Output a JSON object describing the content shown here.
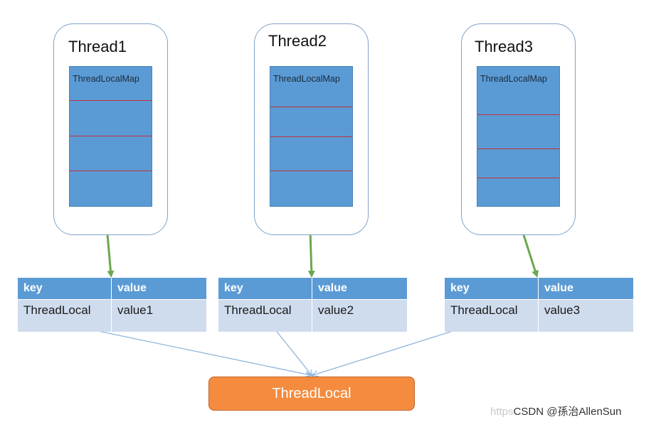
{
  "threads": [
    {
      "title": "Thread1",
      "map_label": "ThreadLocalMap"
    },
    {
      "title": "Thread2",
      "map_label": "ThreadLocalMap"
    },
    {
      "title": "Thread3",
      "map_label": "ThreadLocalMap"
    }
  ],
  "tables": [
    {
      "header_key": "key",
      "header_value": "value",
      "key": "ThreadLocal",
      "value": "value1"
    },
    {
      "header_key": "key",
      "header_value": "value",
      "key": "ThreadLocal",
      "value": "value2"
    },
    {
      "header_key": "key",
      "header_value": "value",
      "key": "ThreadLocal",
      "value": "value3"
    }
  ],
  "shared": {
    "label": "ThreadLocal"
  },
  "watermark": {
    "faint": "https",
    "text": "CSDN @孫治AllenSun"
  },
  "colors": {
    "map_fill": "#5b9bd5",
    "divider": "#c0303a",
    "arrow_green": "#6aa84f",
    "arrow_blue": "#8fb4dc",
    "threadlocal_fill": "#f48b3e",
    "table_body": "#cfdcee"
  }
}
